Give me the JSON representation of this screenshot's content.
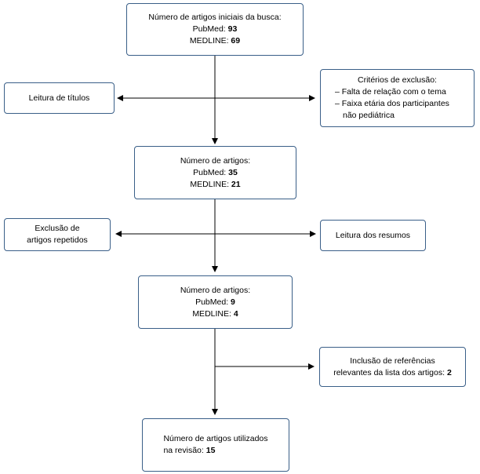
{
  "box_initial": {
    "title": "Número de artigos iniciais da busca:",
    "pubmed_label": "PubMed:",
    "pubmed_value": "93",
    "medline_label": "MEDLINE:",
    "medline_value": "69"
  },
  "box_title_reading": {
    "text": "Leitura de títulos"
  },
  "box_exclusion_criteria": {
    "title": "Critérios de exclusão:",
    "items": [
      "– Falta de relação com o tema",
      "– Faixa etária dos participantes",
      "não pediátrica"
    ]
  },
  "box_after_titles": {
    "title": "Número de artigos:",
    "pubmed_label": "PubMed:",
    "pubmed_value": "35",
    "medline_label": "MEDLINE:",
    "medline_value": "21"
  },
  "box_duplicates": {
    "line1": "Exclusão de",
    "line2": "artigos repetidos"
  },
  "box_abstract_reading": {
    "text": "Leitura dos resumos"
  },
  "box_after_abstracts": {
    "title": "Número de artigos:",
    "pubmed_label": "PubMed:",
    "pubmed_value": "9",
    "medline_label": "MEDLINE:",
    "medline_value": "4"
  },
  "box_references": {
    "line1": "Inclusão de referências",
    "line2_text": "relevantes da lista dos artigos:",
    "line2_value": "2"
  },
  "box_final": {
    "line1": "Número de artigos utilizados",
    "line2_text": "na revisão:",
    "line2_value": "15"
  },
  "colors": {
    "box_border": "#3a5f88",
    "arrow": "#000000"
  }
}
